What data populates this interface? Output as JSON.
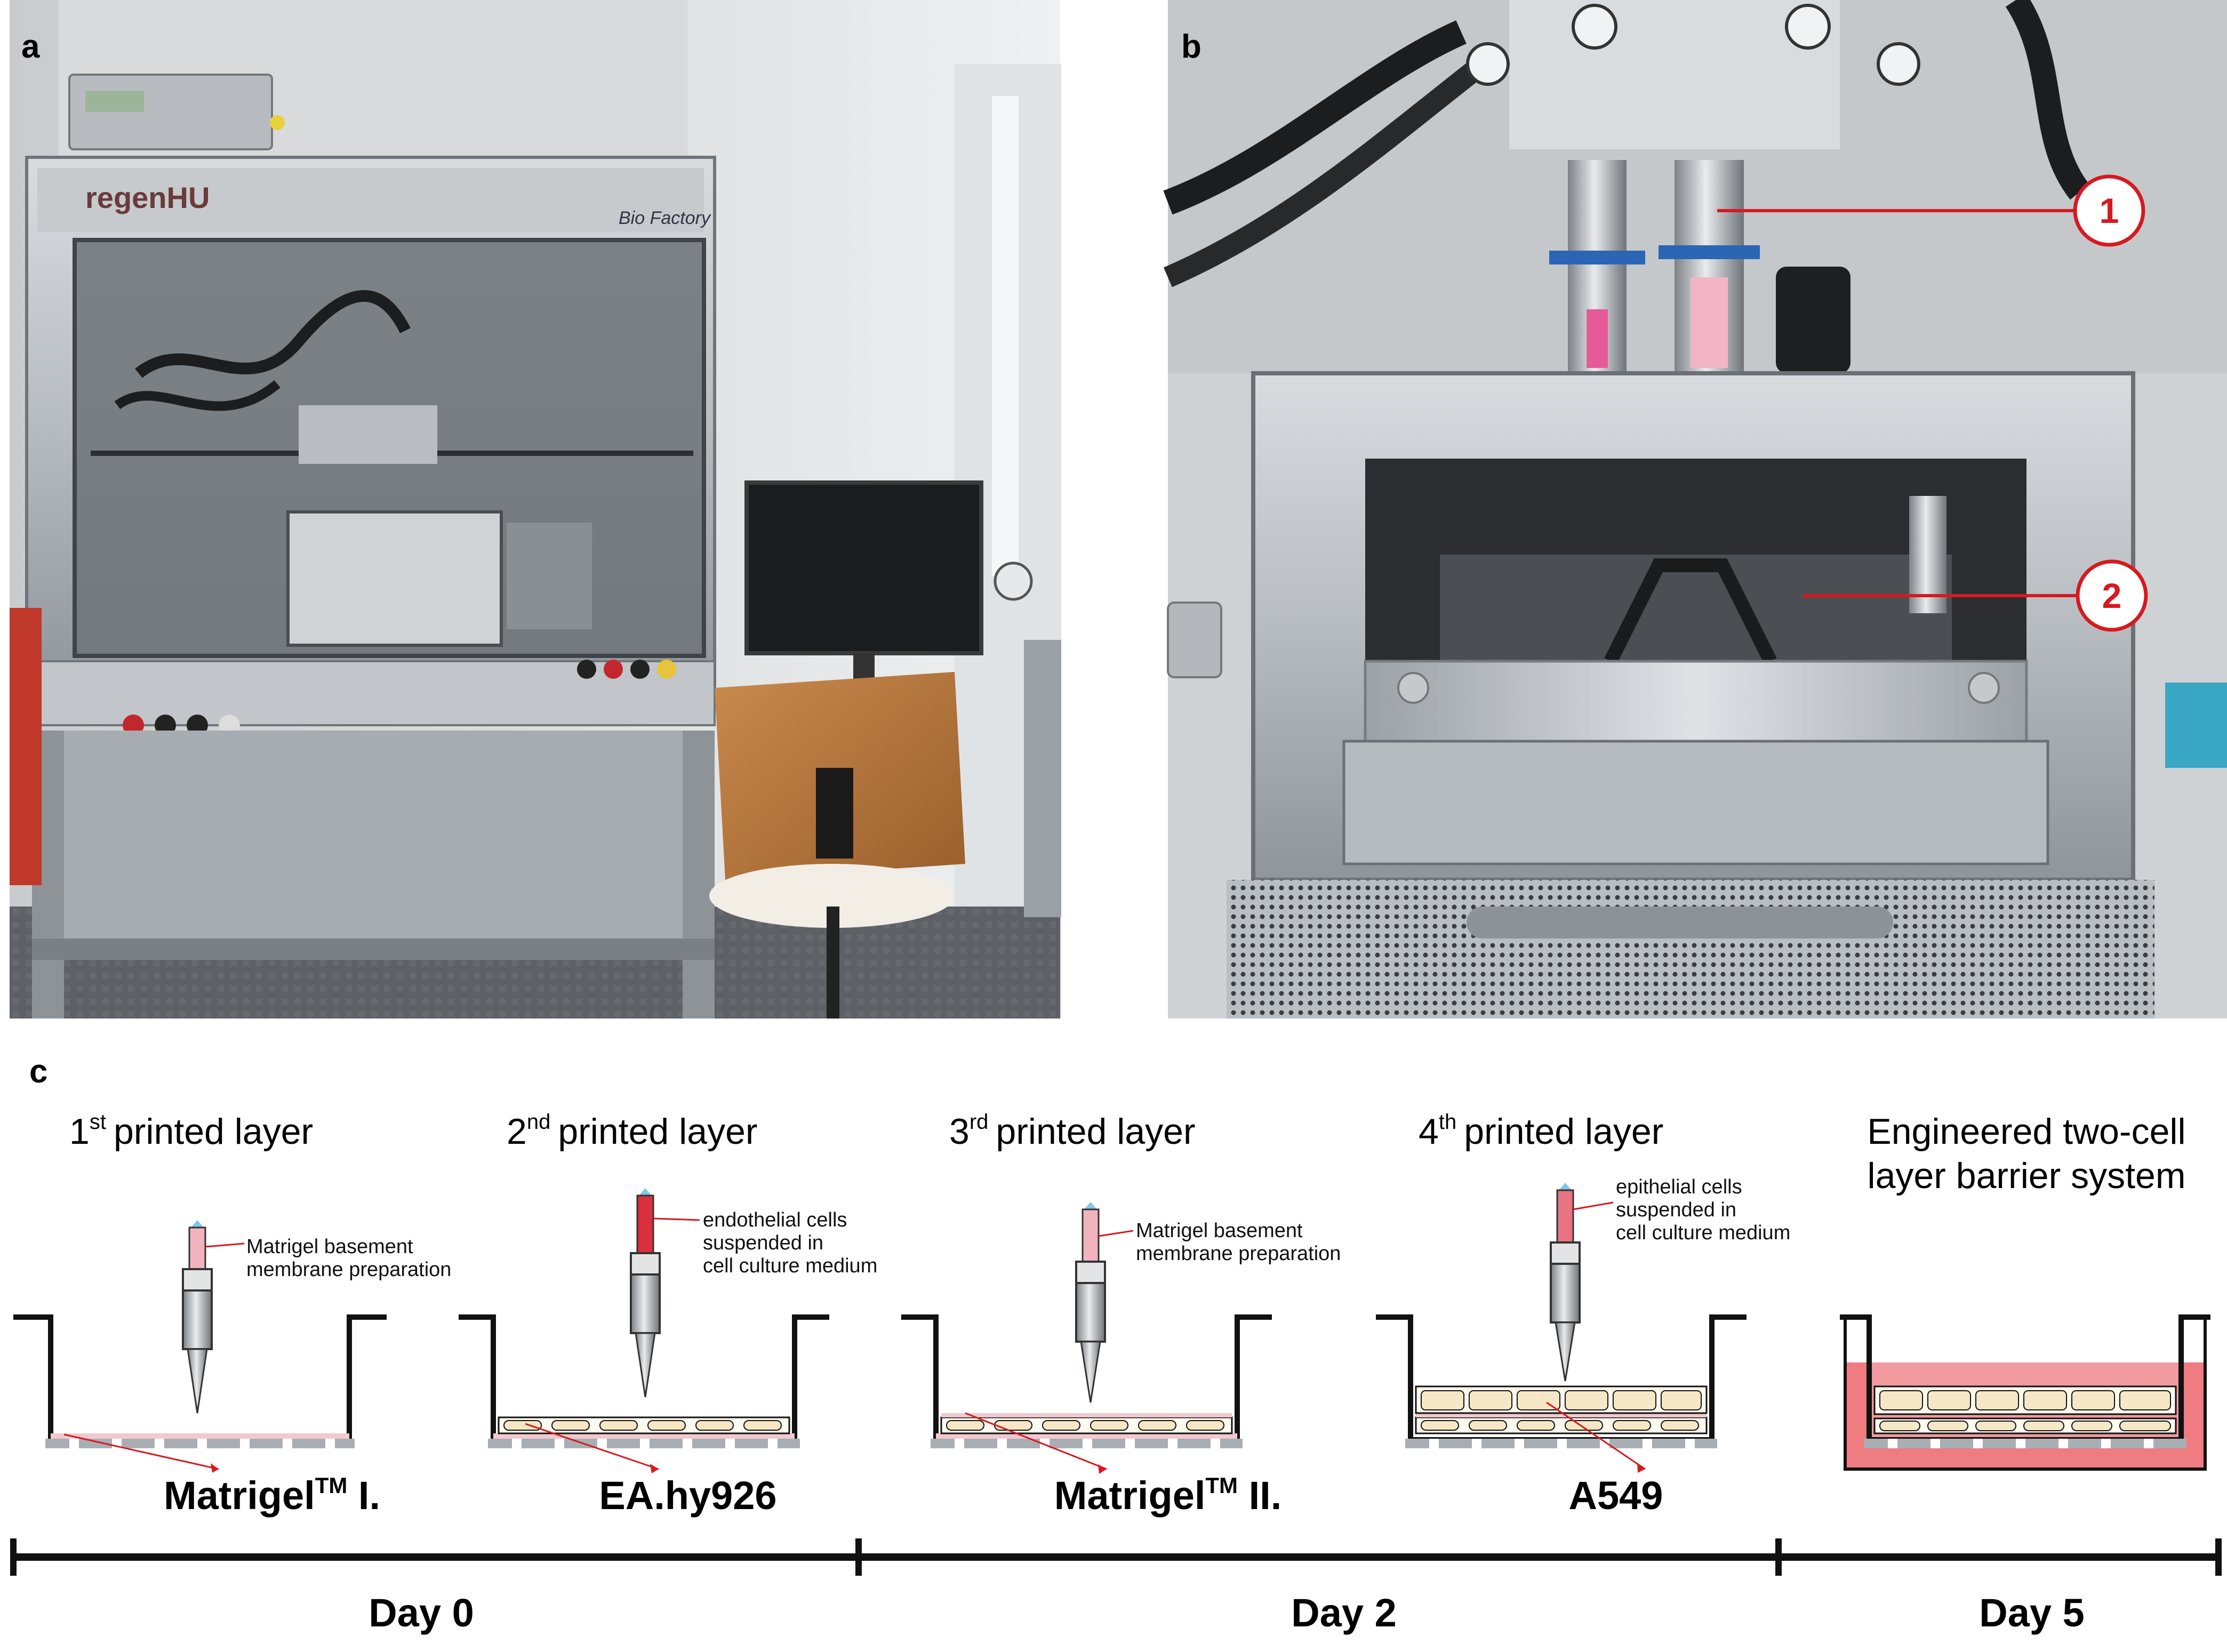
{
  "panels": {
    "a": {
      "letter": "a",
      "machine_brand": "regenHU",
      "machine_model": "Bio Factory"
    },
    "b": {
      "letter": "b",
      "callouts": [
        "1",
        "2"
      ]
    },
    "c": {
      "letter": "c"
    }
  },
  "stages": [
    {
      "ordinal": "1",
      "sup": "st",
      "title": "printed layer",
      "note": [
        "Matrigel basement",
        "membrane preparation"
      ],
      "layer_name": "Matrigel",
      "layer_sup": "TM",
      "layer_suffix": " I."
    },
    {
      "ordinal": "2",
      "sup": "nd",
      "title": "printed layer",
      "note": [
        "endothelial cells",
        "suspended in",
        "cell culture medium"
      ],
      "layer_name": "EA.hy926",
      "layer_sup": "",
      "layer_suffix": ""
    },
    {
      "ordinal": "3",
      "sup": "rd",
      "title": "printed layer",
      "note": [
        "Matrigel basement",
        "membrane preparation"
      ],
      "layer_name": "Matrigel",
      "layer_sup": "TM",
      "layer_suffix": " II."
    },
    {
      "ordinal": "4",
      "sup": "th",
      "title": "printed layer",
      "note": [
        "epithelial cells",
        "suspended in",
        "cell culture medium"
      ],
      "layer_name": "A549",
      "layer_sup": "",
      "layer_suffix": ""
    }
  ],
  "final_stage": {
    "title_lines": [
      "Engineered two-cell",
      "layer barrier system"
    ]
  },
  "timeline": {
    "days": [
      "Day 0",
      "Day 2",
      "Day 5"
    ]
  },
  "colors": {
    "accent_red": "#d71920",
    "ink_pink": "#e8a0a8",
    "ink_red": "#d9303f",
    "medium_pink": "#ee7c80",
    "cell_fill": "#f6e7c6",
    "steel": "#a9aeb3"
  }
}
